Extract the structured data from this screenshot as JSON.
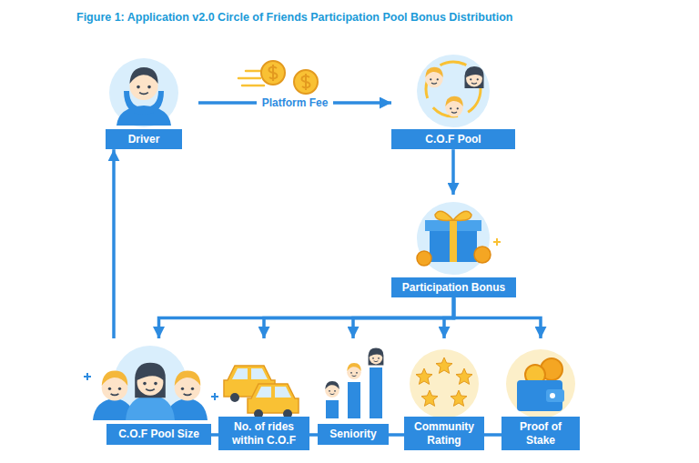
{
  "diagram": {
    "title": "Figure 1: Application v2.0 Circle of Friends Participation Pool Bonus Distribution",
    "nodes": [
      {
        "text": [
          "Driver"
        ]
      },
      {
        "text": [
          "C.O.F Pool"
        ]
      },
      {
        "text": [
          "Participation Bonus"
        ]
      },
      {
        "text": [
          "C.O.F Pool Size"
        ]
      },
      {
        "text": [
          "No. of rides within C.O.F"
        ]
      },
      {
        "text": [
          "Seniority"
        ]
      },
      {
        "text": [
          "Community Rating"
        ]
      },
      {
        "text": [
          "Proof of Stake"
        ]
      }
    ],
    "edges": [
      {
        "from": 0,
        "to": 1,
        "label": "Platform Fee",
        "arrow": "to"
      },
      {
        "from": 1,
        "to": 2,
        "arrow": "to"
      },
      {
        "from": 2,
        "to": 3,
        "arrow": "to"
      },
      {
        "from": 2,
        "to": 4,
        "arrow": "to"
      },
      {
        "from": 2,
        "to": 5,
        "arrow": "to"
      },
      {
        "from": 2,
        "to": 6,
        "arrow": "to"
      },
      {
        "from": 2,
        "to": 7,
        "arrow": "to"
      },
      {
        "from": 3,
        "to": 4,
        "arrow": "none"
      },
      {
        "from": 4,
        "to": 5,
        "arrow": "none"
      },
      {
        "from": 5,
        "to": 6,
        "arrow": "none"
      },
      {
        "from": 6,
        "to": 7,
        "arrow": "none"
      },
      {
        "from": 3,
        "to": 0,
        "arrow": "to"
      }
    ]
  }
}
